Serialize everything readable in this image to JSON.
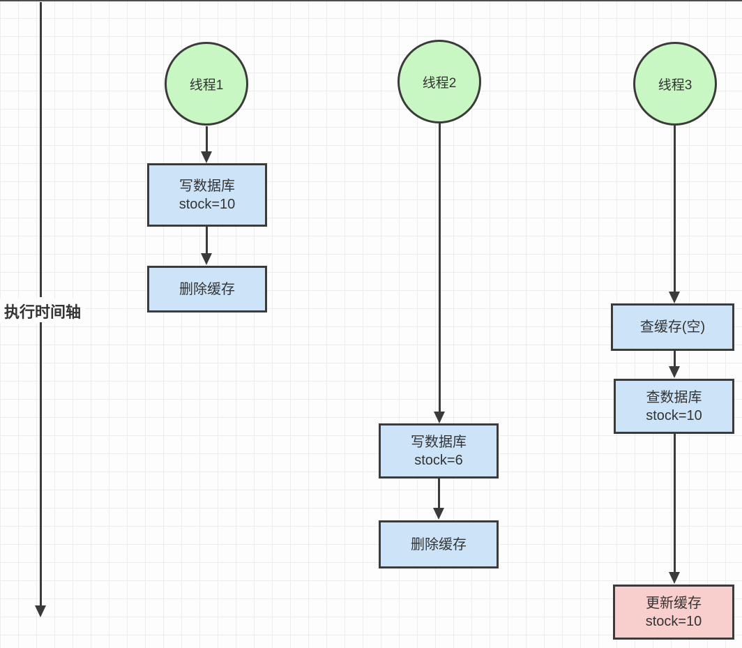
{
  "canvas": {
    "timeline_label": "执行时间轴"
  },
  "colors": {
    "thread_fill": "#c9f7c4",
    "step_fill": "#cde4f8",
    "alert_fill": "#f9cfce",
    "node_border": "#3b3b3b",
    "arrow": "#3a3a3a",
    "text": "#333333",
    "grid_line": "#ececec",
    "background": "#fdfdfd"
  },
  "threads": [
    {
      "name": "线程1",
      "steps": [
        {
          "line1": "写数据库",
          "line2": "stock=10"
        },
        {
          "line1": "删除缓存",
          "line2": ""
        }
      ]
    },
    {
      "name": "线程2",
      "steps": [
        {
          "line1": "写数据库",
          "line2": "stock=6"
        },
        {
          "line1": "删除缓存",
          "line2": ""
        }
      ]
    },
    {
      "name": "线程3",
      "steps": [
        {
          "line1": "查缓存(空)",
          "line2": ""
        },
        {
          "line1": "查数据库",
          "line2": "stock=10"
        },
        {
          "line1": "更新缓存",
          "line2": "stock=10"
        }
      ]
    }
  ]
}
